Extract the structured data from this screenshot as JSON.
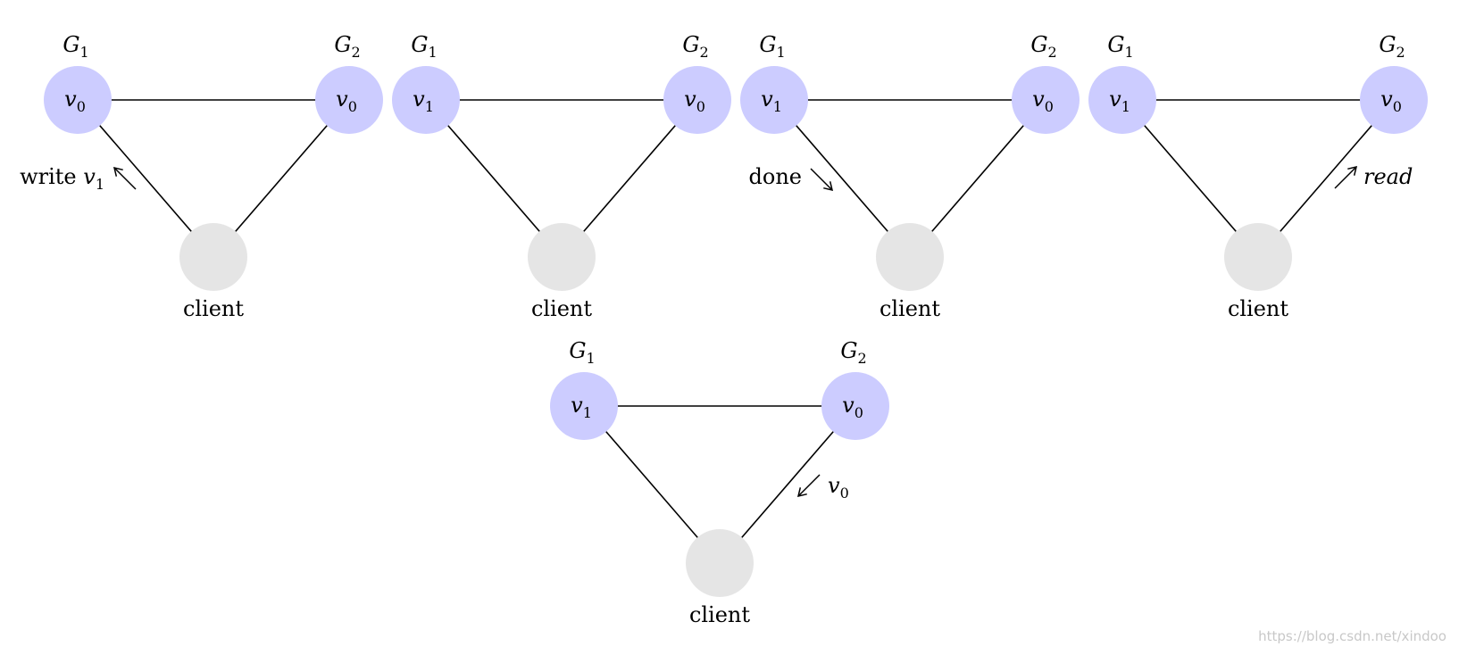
{
  "panels": [
    {
      "g1": {
        "letter": "G",
        "sub": "1"
      },
      "g2": {
        "letter": "G",
        "sub": "2"
      },
      "node1_value": {
        "letter": "v",
        "sub": "0"
      },
      "node2_value": {
        "letter": "v",
        "sub": "0"
      },
      "client_label": "client",
      "message": {
        "prefix": "write ",
        "letter": "v",
        "sub": "1",
        "suffix": "",
        "arrow": "↖"
      }
    },
    {
      "g1": {
        "letter": "G",
        "sub": "1"
      },
      "g2": {
        "letter": "G",
        "sub": "2"
      },
      "node1_value": {
        "letter": "v",
        "sub": "1"
      },
      "node2_value": {
        "letter": "v",
        "sub": "0"
      },
      "client_label": "client",
      "message": null
    },
    {
      "g1": {
        "letter": "G",
        "sub": "1"
      },
      "g2": {
        "letter": "G",
        "sub": "2"
      },
      "node1_value": {
        "letter": "v",
        "sub": "1"
      },
      "node2_value": {
        "letter": "v",
        "sub": "0"
      },
      "client_label": "client",
      "message": {
        "prefix": "done",
        "letter": "",
        "sub": "",
        "suffix": "",
        "arrow": "↘"
      }
    },
    {
      "g1": {
        "letter": "G",
        "sub": "1"
      },
      "g2": {
        "letter": "G",
        "sub": "2"
      },
      "node1_value": {
        "letter": "v",
        "sub": "1"
      },
      "node2_value": {
        "letter": "v",
        "sub": "0"
      },
      "client_label": "client",
      "message": {
        "prefix": "",
        "letter": "",
        "sub": "",
        "suffix": "read",
        "arrow": "↗"
      }
    },
    {
      "g1": {
        "letter": "G",
        "sub": "1"
      },
      "g2": {
        "letter": "G",
        "sub": "2"
      },
      "node1_value": {
        "letter": "v",
        "sub": "1"
      },
      "node2_value": {
        "letter": "v",
        "sub": "0"
      },
      "client_label": "client",
      "message": {
        "prefix": "",
        "letter": "v",
        "sub": "0",
        "suffix": "",
        "arrow": "↙"
      }
    }
  ],
  "colors": {
    "server_node": "#ccccff",
    "client_node": "#e5e5e5",
    "edge": "#000000",
    "watermark": "#c8c8c8"
  },
  "watermark": "https://blog.csdn.net/xindoo"
}
